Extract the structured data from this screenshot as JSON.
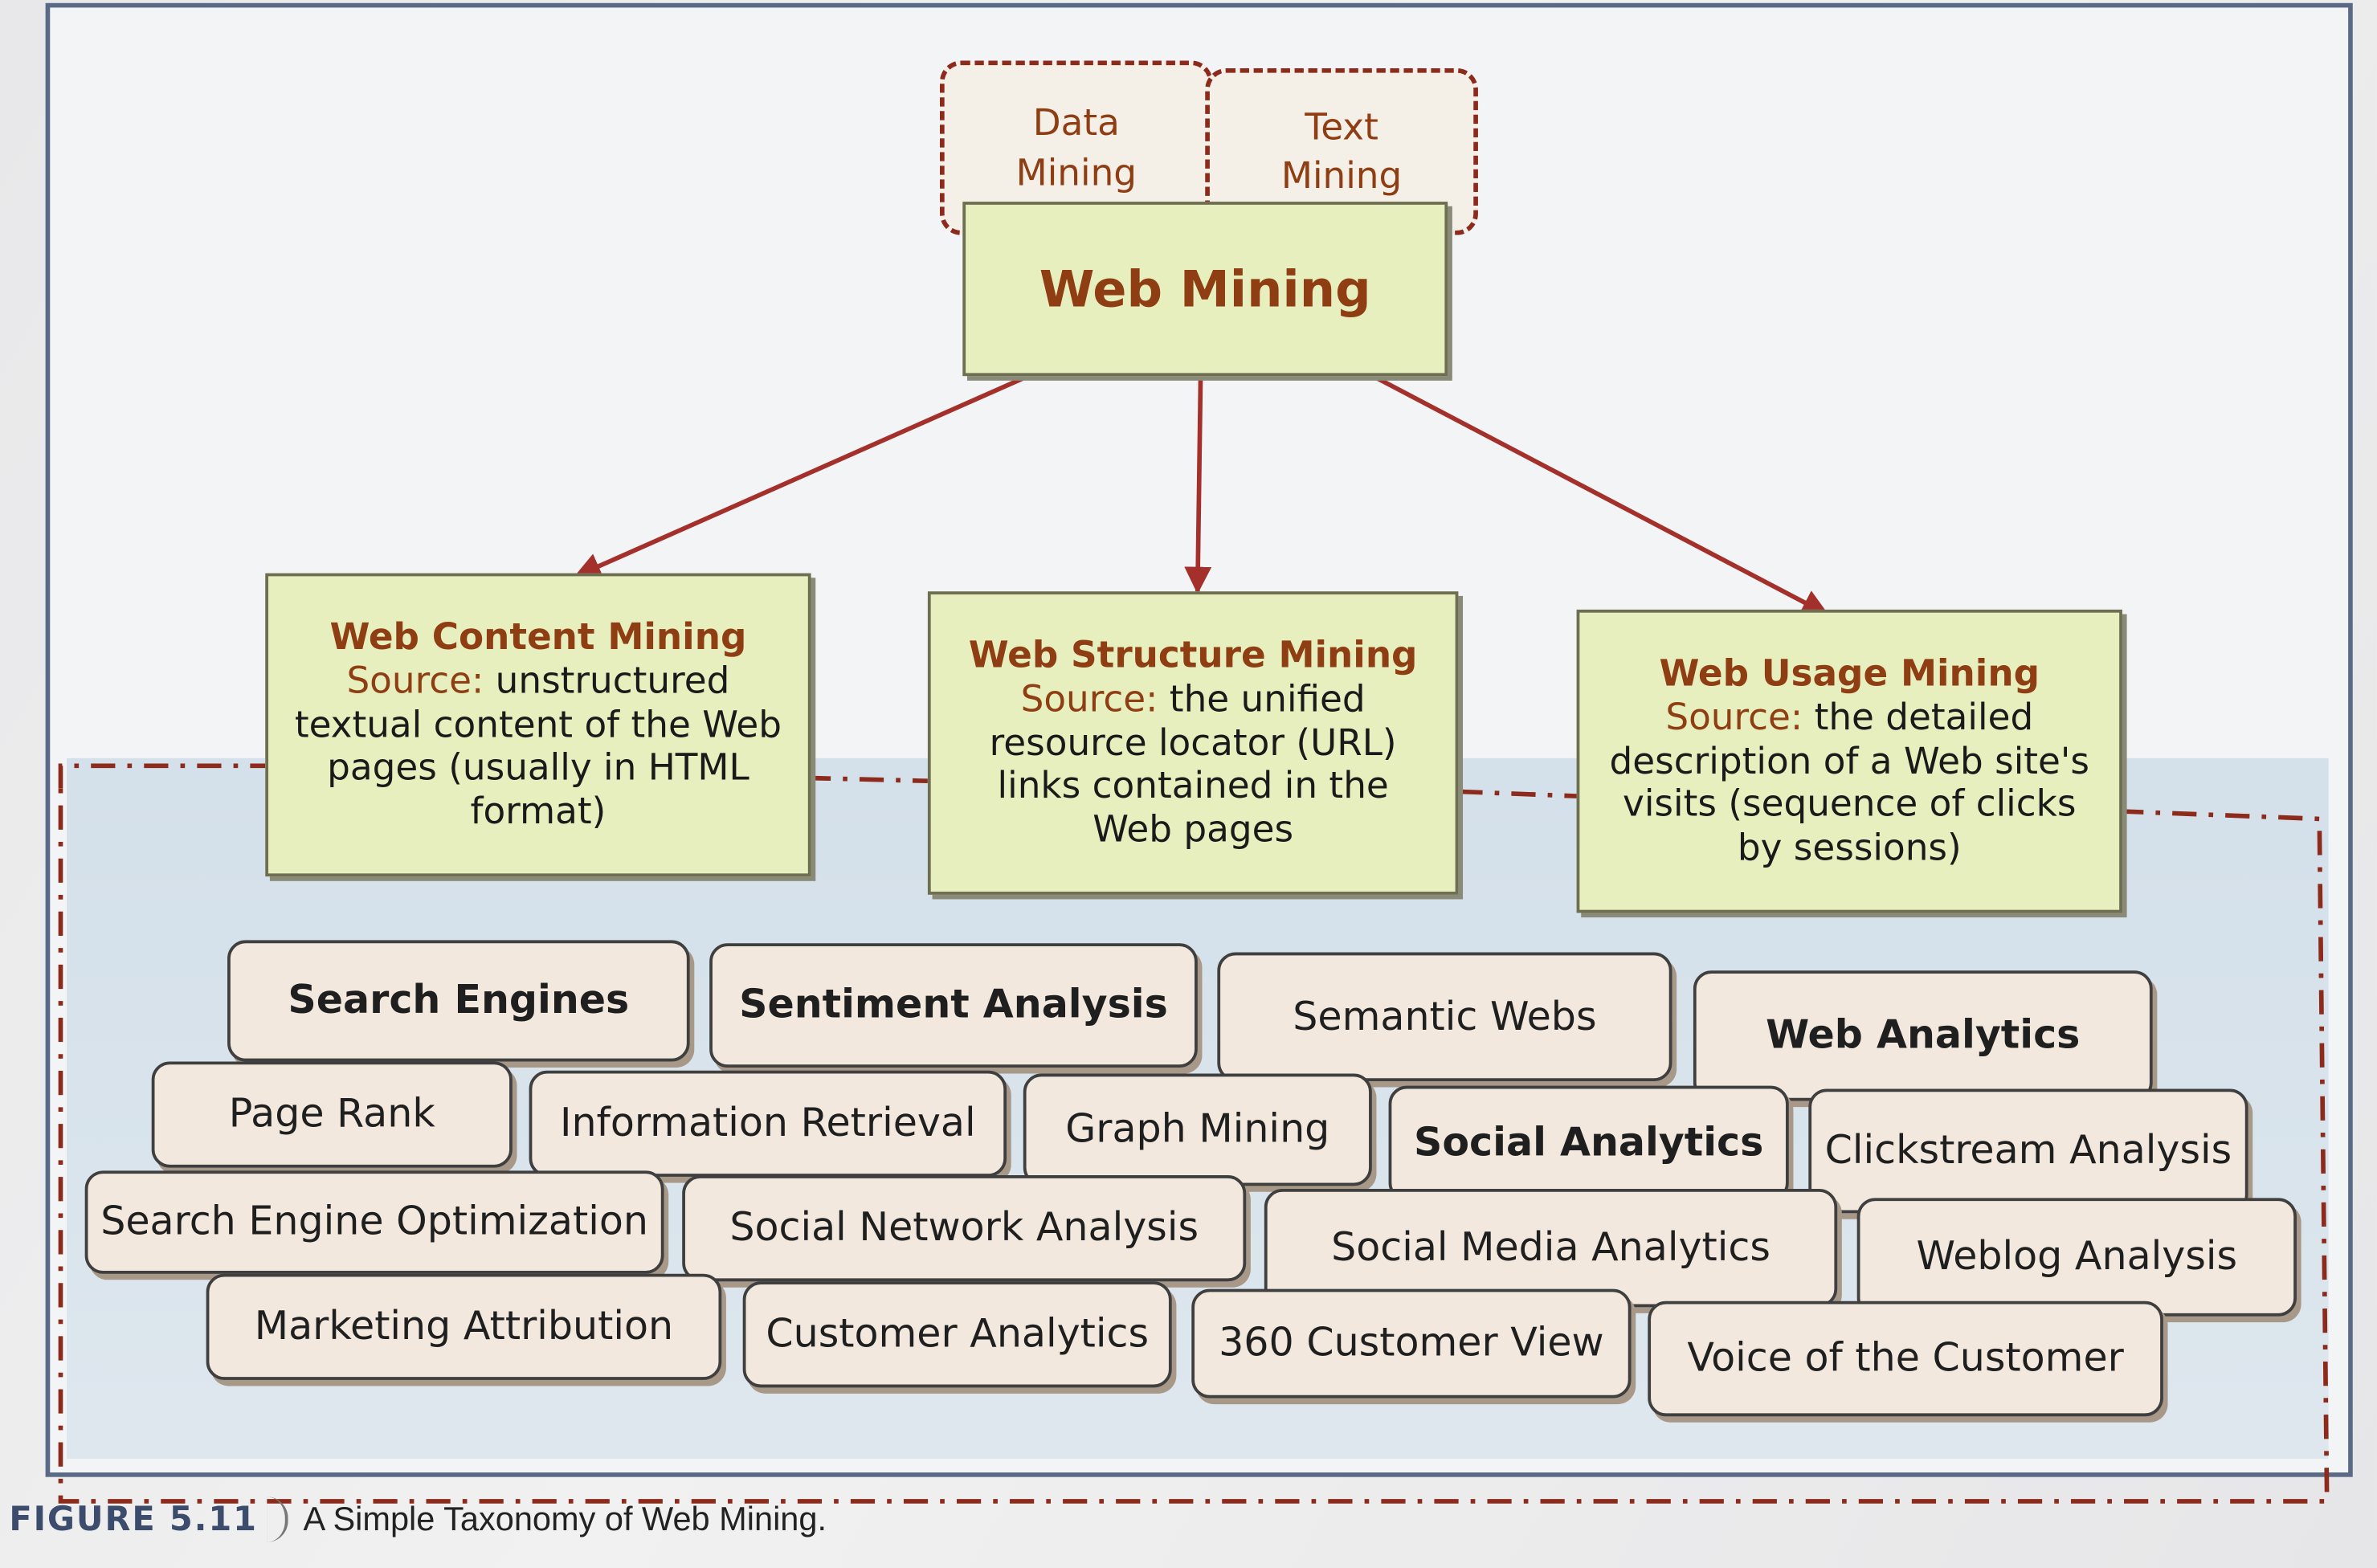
{
  "top_pills": {
    "data_mining": "Data\nMining",
    "text_mining": "Text\nMining"
  },
  "root": {
    "title": "Web Mining"
  },
  "categories": [
    {
      "title": "Web Content Mining",
      "source_key": "Source:",
      "source_text": "unstructured textual content of the Web pages (usually in HTML format)"
    },
    {
      "title": "Web Structure Mining",
      "source_key": "Source:",
      "source_text": "the unified resource locator (URL) links contained in the Web pages"
    },
    {
      "title": "Web Usage Mining",
      "source_key": "Source:",
      "source_text": "the detailed description of a Web site's visits (sequence of clicks by sessions)"
    }
  ],
  "applications": {
    "search_engines": "Search Engines",
    "sentiment_analysis": "Sentiment Analysis",
    "semantic_webs": "Semantic Webs",
    "web_analytics": "Web Analytics",
    "page_rank": "Page Rank",
    "information_retrieval": "Information Retrieval",
    "graph_mining": "Graph Mining",
    "social_analytics": "Social Analytics",
    "clickstream_analysis": "Clickstream Analysis",
    "search_engine_optimization": "Search Engine Optimization",
    "social_network_analysis": "Social Network Analysis",
    "social_media_analytics": "Social Media Analytics",
    "weblog_analysis": "Weblog Analysis",
    "marketing_attribution": "Marketing Attribution",
    "customer_analytics": "Customer Analytics",
    "customer_view_360": "360 Customer View",
    "voice_of_customer": "Voice of the Customer"
  },
  "caption": {
    "figure_number": "FIGURE 5.11",
    "text": "A Simple Taxonomy of Web Mining."
  },
  "colors": {
    "title_brown": "#8f3e14",
    "box_green": "#e6efbd",
    "pill_fill": "#f2e8dd",
    "arrow_red": "#a3302a",
    "band_blue": "#d4e0ea"
  }
}
